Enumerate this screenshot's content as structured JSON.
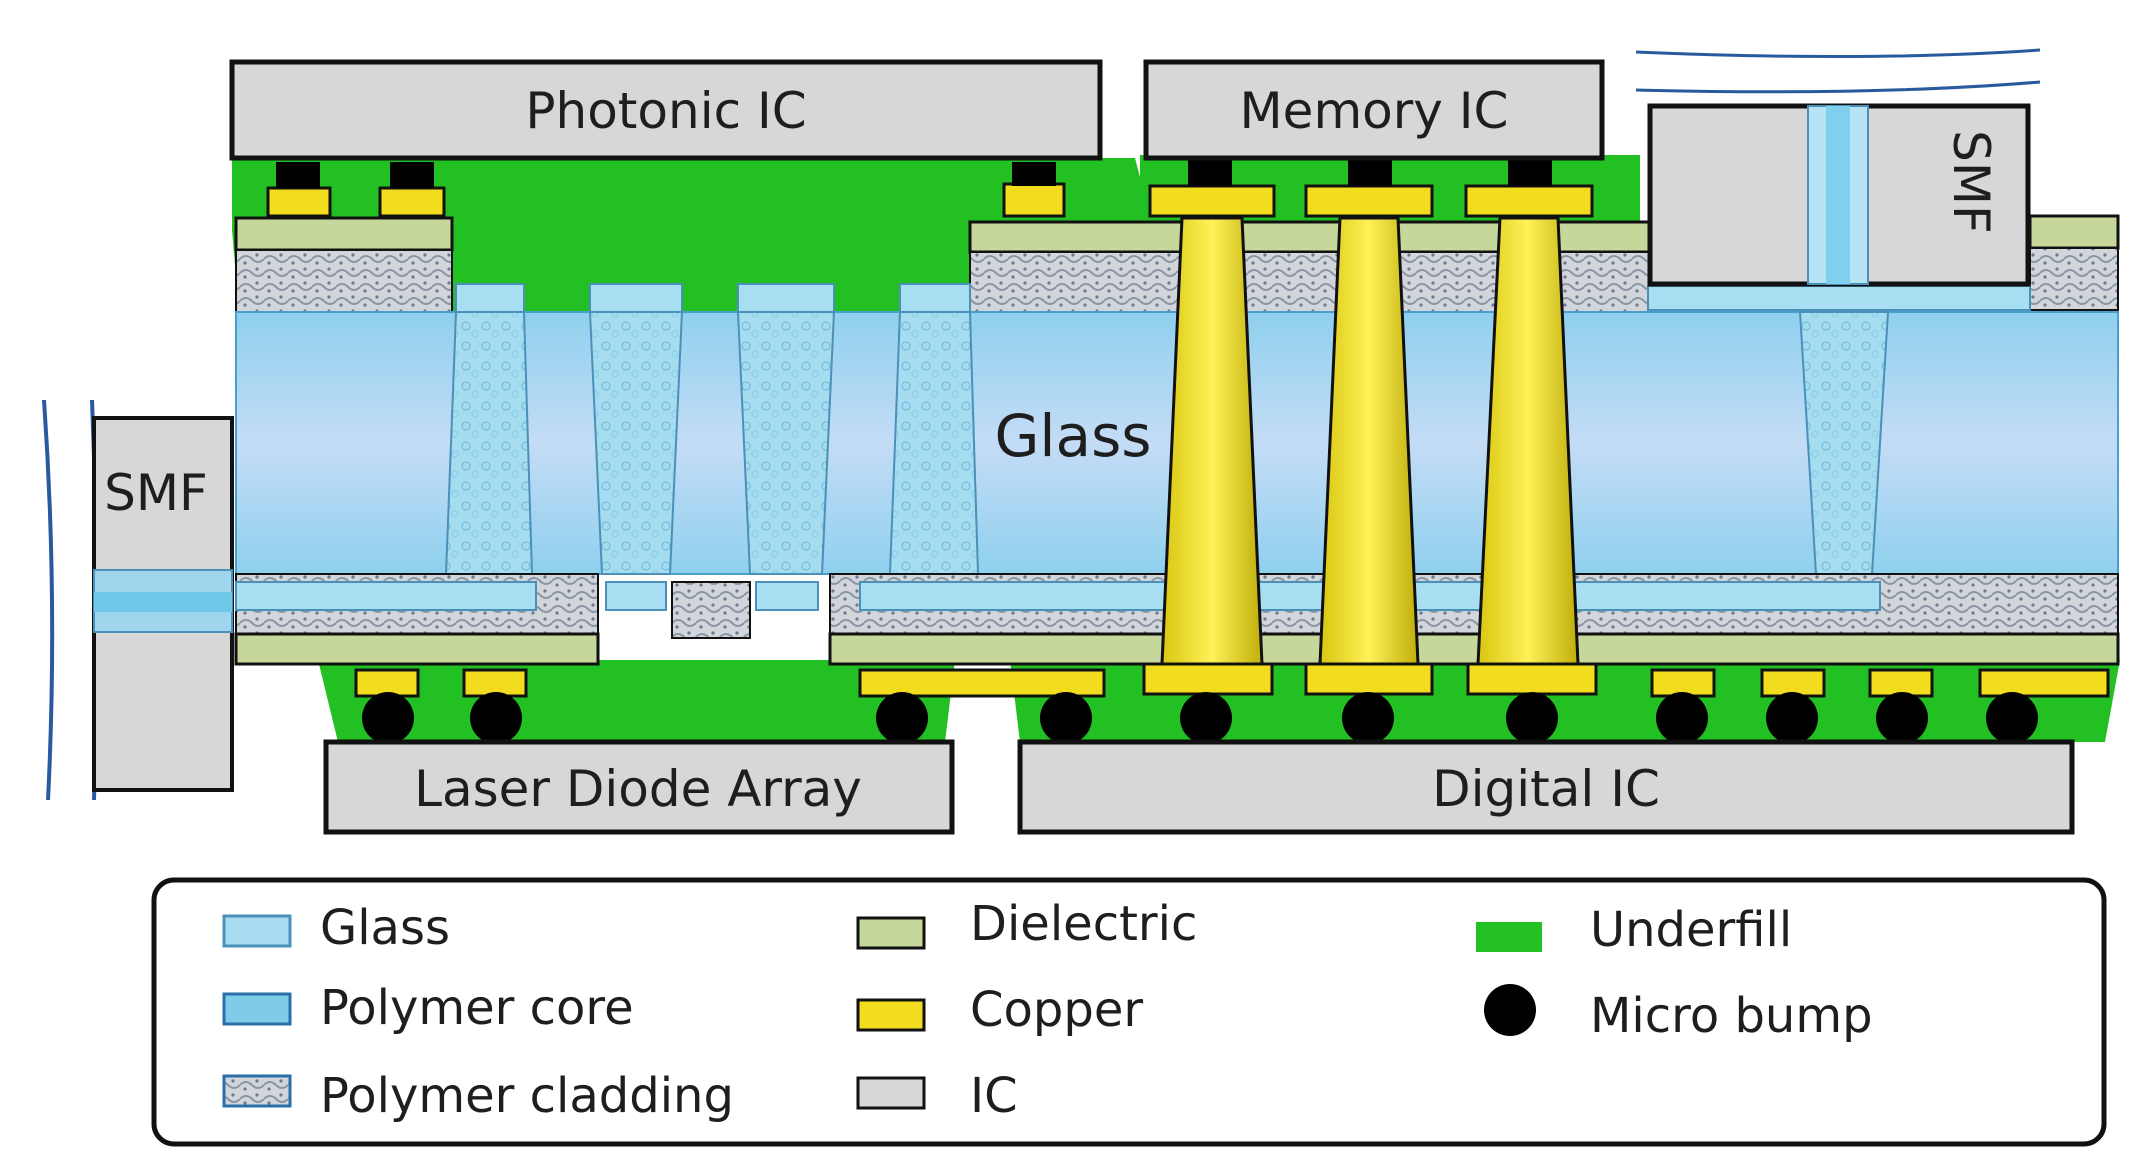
{
  "components": {
    "photonic_ic": "Photonic IC",
    "memory_ic": "Memory IC",
    "smf_top": "SMF",
    "smf_left": "SMF",
    "glass_core": "Glass",
    "laser_diode_array": "Laser Diode Array",
    "digital_ic": "Digital IC"
  },
  "legend": {
    "items": [
      {
        "key": "glass",
        "label": "Glass",
        "swatch": "glass-swatch"
      },
      {
        "key": "polymer_core",
        "label": "Polymer core",
        "swatch": "polymer-core-swatch"
      },
      {
        "key": "polymer_cladding",
        "label": "Polymer cladding",
        "swatch": "polymer-cladding-swatch"
      },
      {
        "key": "dielectric",
        "label": "Dielectric",
        "swatch": "dielectric-swatch"
      },
      {
        "key": "copper",
        "label": "Copper",
        "swatch": "copper-swatch"
      },
      {
        "key": "ic",
        "label": "IC",
        "swatch": "ic-swatch"
      },
      {
        "key": "underfill",
        "label": "Underfill",
        "swatch": "underfill-swatch"
      },
      {
        "key": "micro_bump",
        "label": "Micro bump",
        "swatch": "micro-bump-icon"
      }
    ]
  },
  "colors": {
    "glass": "#9fd3ef",
    "polymer_core": "#7ccbe6",
    "polymer_cladding": "#c9ced4",
    "dielectric": "#c6d79b",
    "copper": "#f2dc1e",
    "ic": "#d7d7d7",
    "underfill": "#22c022",
    "micro_bump": "#000000"
  }
}
